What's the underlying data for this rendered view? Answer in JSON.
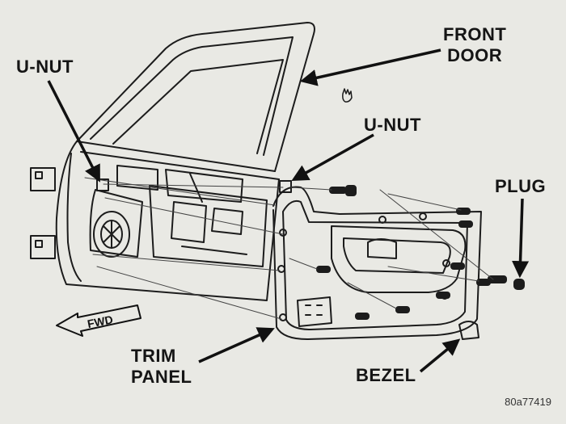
{
  "labels": {
    "front_door": [
      "FRONT",
      "DOOR"
    ],
    "unut_left": "U-NUT",
    "unut_right": "U-NUT",
    "plug": "PLUG",
    "trim_panel": [
      "TRIM",
      "PANEL"
    ],
    "bezel": "BEZEL",
    "fwd": "FWD"
  },
  "figure_id": "80a77419",
  "colors": {
    "background": "#e9e9e4",
    "ink": "#151515"
  }
}
